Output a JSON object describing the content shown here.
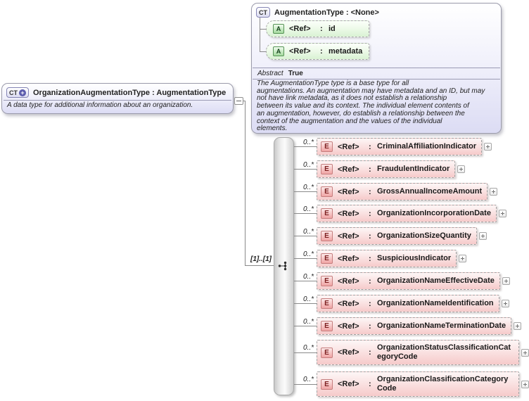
{
  "labels": {
    "complex_type_badge": "CT",
    "attribute_badge": "A",
    "element_badge": "E",
    "ref": "<Ref>",
    "colon": ":",
    "plus": "+"
  },
  "main_type": {
    "badge": "CT",
    "title": "OrganizationAugmentationType : AugmentationType",
    "description": "A data type for additional information about an organization."
  },
  "base_type": {
    "badge": "CT",
    "title": "AugmentationType : <None>",
    "attributes": [
      {
        "ref": "<Ref>",
        "name": "id"
      },
      {
        "ref": "<Ref>",
        "name": "metadata"
      }
    ],
    "abstract_label": "Abstract",
    "abstract_value": "True",
    "description": "The AugmentationType type is a base type for all\naugmentations. An augmentation may have metadata and an ID, but may\nnot have link metadata, as it does not establish a relationship\nbetween its value and its context. The individual element contents of\nan augmentation, however, do establish a relationship between the\ncontext of the augmentation and the values of the individual\nelements."
  },
  "sequence": {
    "cardinality": "[1]..[1]"
  },
  "elements": [
    {
      "cardinality": "0..*",
      "ref": "<Ref>",
      "name": "CriminalAffiliationIndicator"
    },
    {
      "cardinality": "0..*",
      "ref": "<Ref>",
      "name": "FraudulentIndicator"
    },
    {
      "cardinality": "0..*",
      "ref": "<Ref>",
      "name": "GrossAnnualIncomeAmount"
    },
    {
      "cardinality": "0..*",
      "ref": "<Ref>",
      "name": "OrganizationIncorporationDate"
    },
    {
      "cardinality": "0..*",
      "ref": "<Ref>",
      "name": "OrganizationSizeQuantity"
    },
    {
      "cardinality": "0..*",
      "ref": "<Ref>",
      "name": "SuspiciousIndicator"
    },
    {
      "cardinality": "0..*",
      "ref": "<Ref>",
      "name": "OrganizationNameEffectiveDate"
    },
    {
      "cardinality": "0..*",
      "ref": "<Ref>",
      "name": "OrganizationNameIdentification"
    },
    {
      "cardinality": "0..*",
      "ref": "<Ref>",
      "name": "OrganizationNameTerminationDate"
    },
    {
      "cardinality": "0..*",
      "ref": "<Ref>",
      "name": "OrganizationStatusClassificationCategoryCode"
    },
    {
      "cardinality": "0..*",
      "ref": "<Ref>",
      "name": "OrganizationClassificationCategoryCode"
    }
  ],
  "colors": {
    "type_box_fill": "#dcdcf4",
    "type_box_border": "#9b9bab",
    "attribute_fill": "#d9f2d3",
    "attribute_badge_fill": "#a4da9e",
    "element_fill": "#f6caca",
    "element_badge_fill": "#f0a4a4",
    "badge_plus_circle": "#5b5bad",
    "connector_line": "#8a8a8a"
  }
}
